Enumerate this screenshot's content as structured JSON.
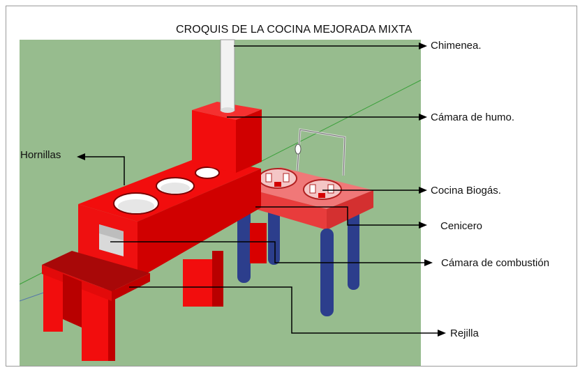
{
  "title": "CROQUIS DE LA COCINA MEJORADA MIXTA",
  "labels": {
    "chimenea": "Chimenea.",
    "camara_humo": "Cámara de humo.",
    "hornillas": "Hornillas",
    "cocina_biogas": "Cocina Biogás.",
    "cenicero": "Cenicero",
    "camara_combustion": "Cámara de combustión",
    "rejilla": "Rejilla"
  },
  "colors": {
    "background_green": "#97bc8e",
    "stove_red": "#f20d0d",
    "stove_red_dark": "#c80000",
    "rejilla_top": "#a80808",
    "biogas_top": "#f07878",
    "leg_blue": "#2c3e8c",
    "chimney_white": "#f2f2f2"
  }
}
